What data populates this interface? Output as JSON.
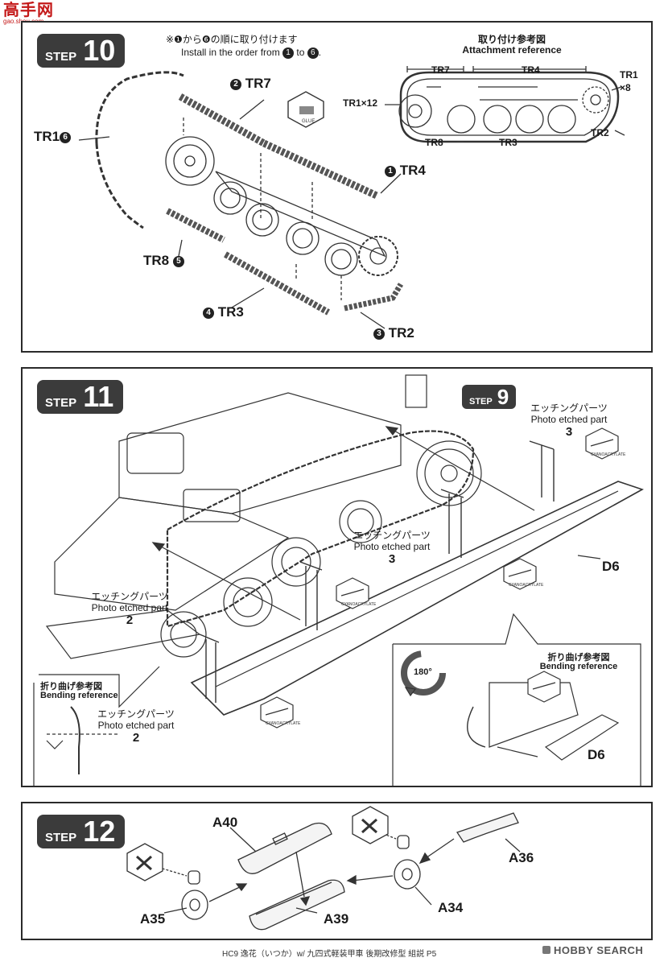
{
  "watermark": {
    "main": "高手网",
    "sub": "gao.shou.com"
  },
  "step10": {
    "word": "STEP",
    "number": "10",
    "note_jp": "※❶から❻の順に取り付けます",
    "note_en_a": "Install in the order from",
    "note_en_num_from": "1",
    "note_en_b": "to",
    "note_en_num_to": "6",
    "note_en_c": ".",
    "ref_title_jp": "取り付け参考図",
    "ref_title_en": "Attachment reference",
    "ref_labels": {
      "tr7": "TR7",
      "tr4": "TR4",
      "tr1x": "TR1",
      "x8": "×8",
      "tr1x12": "TR1×12",
      "tr8": "TR8",
      "tr3": "TR3",
      "tr2": "TR2"
    },
    "callouts": [
      {
        "num": "2",
        "label": "TR7"
      },
      {
        "num": "1",
        "label": "TR4"
      },
      {
        "num": "6",
        "label": "TR1"
      },
      {
        "num": "5",
        "label": "TR8"
      },
      {
        "num": "4",
        "label": "TR3"
      },
      {
        "num": "3",
        "label": "TR2"
      }
    ],
    "glue_icon_text": "GLUE"
  },
  "step11": {
    "word": "STEP",
    "number": "11",
    "ref_step_word": "STEP",
    "ref_step_number": "9",
    "pe3_top": {
      "jp": "エッチングパーツ",
      "en": "Photo etched part",
      "num": "3"
    },
    "pe3_mid": {
      "jp": "エッチングパーツ",
      "en": "Photo etched part",
      "num": "3"
    },
    "pe2_left": {
      "jp": "エッチングパーツ",
      "en": "Photo etched part",
      "num": "2"
    },
    "bend_left": {
      "jp": "折り曲げ参考図",
      "en": "Bending reference"
    },
    "pe2_box": {
      "jp": "エッチングパーツ",
      "en": "Photo etched part",
      "num": "2"
    },
    "bend_right": {
      "jp": "折り曲げ参考図",
      "en": "Bending reference"
    },
    "rotate": "180°",
    "d6_a": "D6",
    "d6_b": "D6",
    "glue_text": "CYANOACRYLATE"
  },
  "step12": {
    "word": "STEP",
    "number": "12",
    "parts": {
      "a40": "A40",
      "a36": "A36",
      "a35": "A35",
      "a39": "A39",
      "a34": "A34"
    }
  },
  "footer": {
    "caption": "HC9 逸花（いつか）w/ 九四式軽装甲車 後期改修型 組説 P5",
    "brand": "HOBBY SEARCH"
  }
}
